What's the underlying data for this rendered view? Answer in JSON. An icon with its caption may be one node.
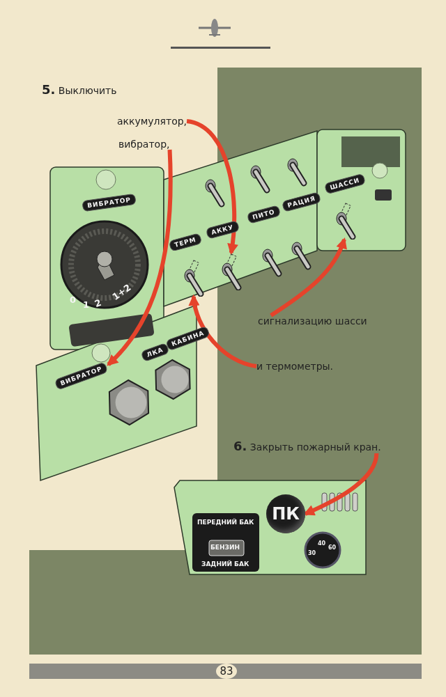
{
  "diagram": {
    "nodes": [
      {
        "text": [
          "аккумулятор,"
        ]
      },
      {
        "text": [
          "вибратор,"
        ]
      },
      {
        "text": [
          "сигнализацию шасси"
        ]
      },
      {
        "text": [
          "и термометры."
        ]
      },
      {
        "text": [
          "**6.** Закрыть пожарный кран."
        ]
      },
      {
        "text": [],
        "shape": "picture"
      },
      {
        "text": [
          "ВИБРАТОР"
        ]
      },
      {
        "text": [],
        "shape": "picture"
      },
      {
        "text": [],
        "shape": "picture"
      },
      {
        "text": [
          "ПК"
        ]
      }
    ],
    "edges": [
      {
        "from": 0,
        "to": 5,
        "arrow": "to"
      },
      {
        "from": 1,
        "to": 6,
        "arrow": "to"
      },
      {
        "from": 2,
        "to": 7,
        "arrow": "to"
      },
      {
        "from": 3,
        "to": 8,
        "arrow": "to"
      },
      {
        "from": 4,
        "to": 9,
        "arrow": "to"
      }
    ],
    "labels": [
      "**5.** Выключить",
      "ВИБРАТОР",
      "ТЕРМ",
      "АККУ",
      "ПИТО",
      "РАЦИЯ",
      "ШАССИ",
      "0",
      "1",
      "2",
      "1+2",
      "ЛКА",
      "КАБИНА",
      "ПЕРЕДНИЙ БАК",
      "БЕНЗИН",
      "ЗАДНИЙ БАК",
      "30",
      "40",
      "60",
      "83"
    ]
  }
}
